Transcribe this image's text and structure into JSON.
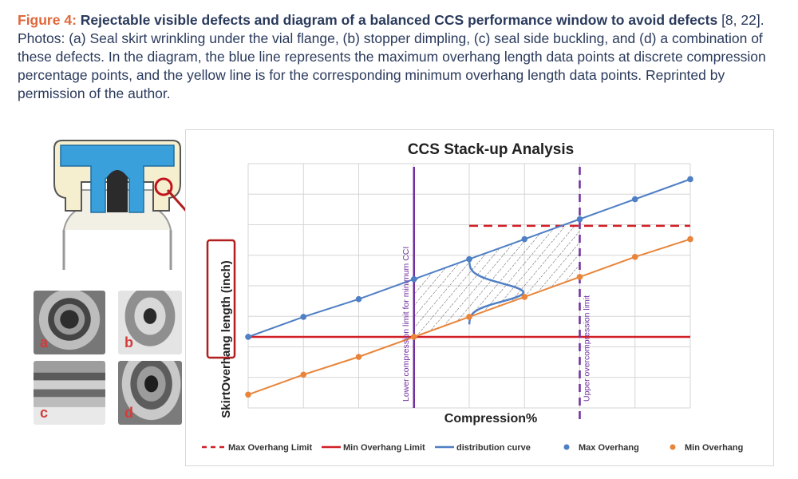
{
  "caption": {
    "figure_label": "Figure 4:",
    "lead": "Rejectable visible defects and diagram of a balanced CCS performance window to avoid defects",
    "ref": " [8, 22].",
    "body": " Photos: (a) Seal skirt wrinkling under the vial flange, (b) stopper dimpling, (c) seal side buckling, and (d) a combination of these defects. In the diagram, the blue line represents the maximum overhang length data points at discrete compression percentage points, and the yellow line is for the corresponding minimum overhang length data points. Reprinted by permission of the author."
  },
  "photos": [
    {
      "label": "a"
    },
    {
      "label": "b"
    },
    {
      "label": "c"
    },
    {
      "label": "d"
    }
  ],
  "colors": {
    "max_series": "#4f7fc4",
    "min_series": "#e8853a",
    "limit_red": "#d21f26",
    "window_purple": "#7030a0",
    "highlight_box": "#b01e1e",
    "seal_blue": "#3aa0dc"
  },
  "chart_data": {
    "type": "line",
    "title": "CCS Stack-up Analysis",
    "xlabel": "Compression%",
    "ylabel_prefix": "Skirt",
    "ylabel_highlight": "Overhang length",
    "ylabel_suffix": " (inch)",
    "x": [
      0,
      1,
      2,
      3,
      4,
      5,
      6,
      7,
      8
    ],
    "xlim": [
      0,
      8
    ],
    "ylim": [
      0,
      11
    ],
    "grid": true,
    "series": [
      {
        "name": "Max Overhang",
        "values": [
          3.2,
          4.1,
          4.9,
          5.8,
          6.7,
          7.6,
          8.5,
          9.4,
          10.3
        ]
      },
      {
        "name": "Min Overhang",
        "values": [
          0.6,
          1.5,
          2.3,
          3.2,
          4.1,
          5.0,
          5.9,
          6.8,
          7.6
        ]
      }
    ],
    "max_overhang_limit": 8.2,
    "min_overhang_limit": 3.2,
    "lower_compression_x": 3.0,
    "upper_compression_x": 6.0,
    "annotations": {
      "lower": "Lower compression limit for minimum CCI",
      "upper": "Upper overcompression limit"
    },
    "legend": [
      {
        "label": "Max Overhang Limit",
        "style": "dashed-red"
      },
      {
        "label": "Min Overhang Limit",
        "style": "solid-red"
      },
      {
        "label": "distribution curve",
        "style": "solid-blue"
      },
      {
        "label": "Max Overhang",
        "style": "marker-blue"
      },
      {
        "label": "Min Overhang",
        "style": "marker-orange"
      }
    ],
    "legend_position": "bottom"
  }
}
